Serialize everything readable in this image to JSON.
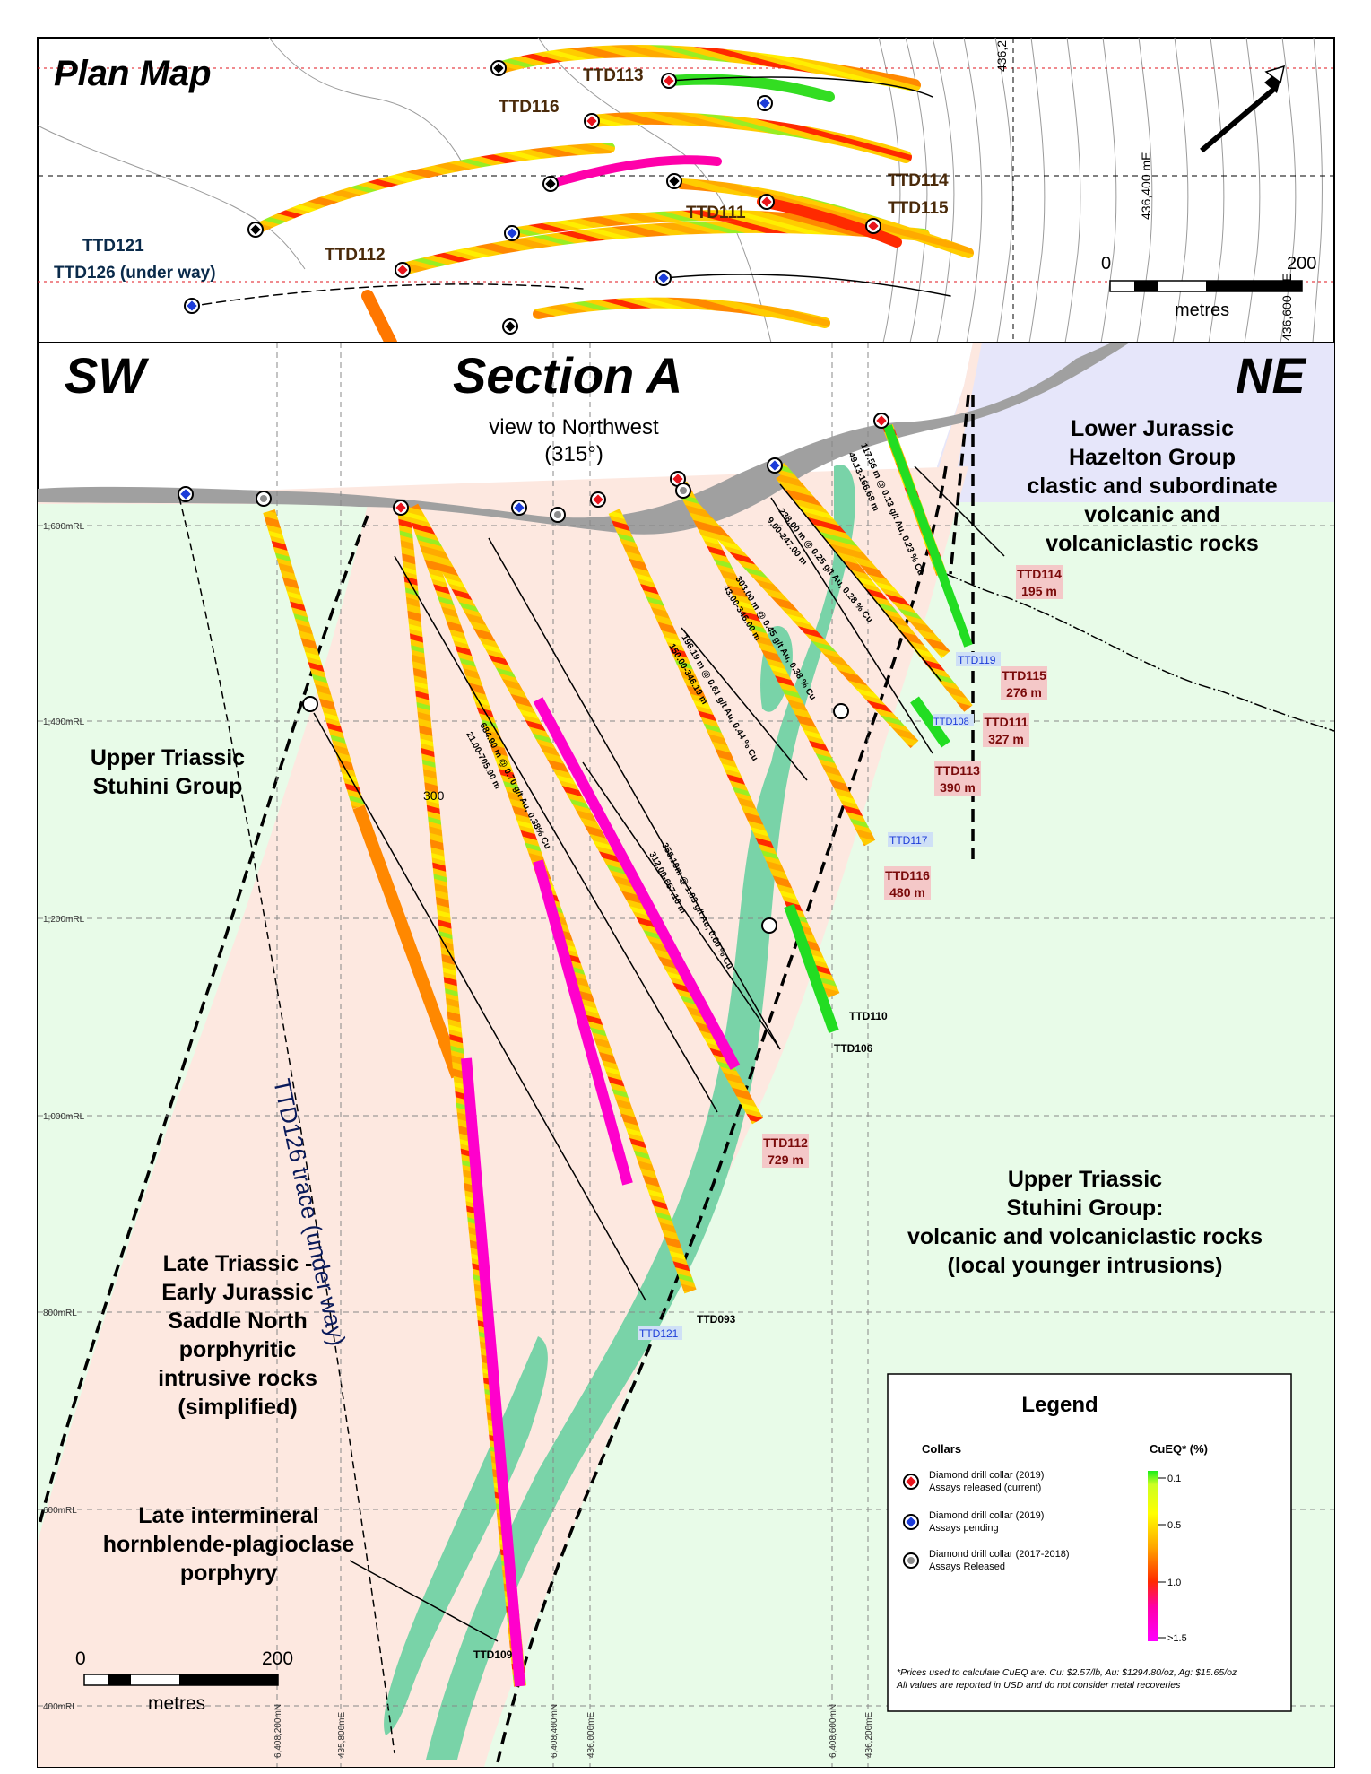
{
  "plan": {
    "title": "Plan Map",
    "labels": [
      "TTD113",
      "TTD116",
      "TTD114",
      "TTD115",
      "TTD111",
      "TTD112",
      "TTD121",
      "TTD126 (under way)"
    ],
    "scale": {
      "zero": "0",
      "max": "200",
      "unit": "metres"
    },
    "coords": [
      "436,2",
      "436,400 mE",
      "436,600 mE"
    ]
  },
  "section": {
    "title": "Section A",
    "left_dir": "SW",
    "right_dir": "NE",
    "view": "view to Northwest",
    "view_deg": "(315°)",
    "units": {
      "hazelton": [
        "Lower Jurassic",
        "Hazelton Group",
        "clastic and subordinate",
        "volcanic and",
        "volcaniclastic rocks"
      ],
      "stuhini_left": [
        "Upper Triassic",
        "Stuhini Group"
      ],
      "stuhini_right": [
        "Upper Triassic",
        "Stuhini Group:",
        "volcanic and volcaniclastic rocks",
        "(local younger intrusions)"
      ],
      "saddle": [
        "Late Triassic -",
        "Early Jurassic",
        "Saddle North",
        "porphyritic",
        "intrusive rocks",
        "(simplified)"
      ],
      "late": [
        "Late intermineral",
        "hornblende-plagioclase",
        "porphyry"
      ]
    },
    "trace_label": "TTD126 trace (under way)",
    "holes": [
      {
        "id": "TTD114",
        "len": "195 m"
      },
      {
        "id": "TTD115",
        "len": "276 m"
      },
      {
        "id": "TTD111",
        "len": "327 m"
      },
      {
        "id": "TTD113",
        "len": "390 m"
      },
      {
        "id": "TTD116",
        "len": "480 m"
      },
      {
        "id": "TTD112",
        "len": "729 m"
      }
    ],
    "other_holes": [
      "TTD119",
      "TTD108",
      "TTD117",
      "TTD110",
      "TTD106",
      "TTD121",
      "TTD093",
      "TTD109"
    ],
    "intercepts": [
      "117.56 m @ 0.13 g/t Au, 0.23 % Cu",
      "49.13-166.69 m",
      "238.00 m @ 0.25 g/t Au, 0.28 % Cu",
      "9.00-247.00 m",
      "303.00 m @ 0.45 g/t Au, 0.38 % Cu",
      "43.00-346.00 m",
      "196.19 m @ 0.61 g/t Au, 0.44 % Cu",
      "150.00-346.19 m",
      "684.90 m @ 0.70 g/t Au, 0.38% Cu",
      "21.00-705.90 m",
      "355.10m @ 1.03 g/t Au, 0.60 % Cu",
      "312.00-667.10 m"
    ],
    "rl": [
      "1,600mRL",
      "1,400mRL",
      "1,200mRL",
      "1,000mRL",
      "800mRL",
      "600mRL",
      "400mRL"
    ],
    "eastings": [
      "6,408,200mN",
      "435,800mE",
      "6,408,400mN",
      "436,000mE",
      "6,408,600mN",
      "436,200mE"
    ],
    "scale": {
      "zero": "0",
      "max": "200",
      "unit": "metres"
    },
    "depth300": "300"
  },
  "legend": {
    "title": "Legend",
    "collars_title": "Collars",
    "cueq_title": "CuEQ* (%)",
    "items": [
      {
        "l1": "Diamond drill collar (2019)",
        "l2": "Assays released (current)",
        "color": "#e8141c"
      },
      {
        "l1": "Diamond drill collar (2019)",
        "l2": "Assays pending",
        "color": "#1c3cd8"
      },
      {
        "l1": "Diamond drill collar (2017-2018)",
        "l2": "Assays Released",
        "color": "#8c8c8c"
      }
    ],
    "ramp": [
      "0.1",
      "0.5",
      "1.0",
      ">1.5"
    ],
    "note1": "*Prices used to calculate CuEQ are: Cu: $2.57/lb, Au: $1294.80/oz, Ag: $15.65/oz",
    "note2": "All values are reported in USD and do not consider metal recoveries"
  },
  "colors": {
    "hazelton": "#e6e6fa",
    "stuhini": "#e8fbe8",
    "saddle": "#fde8e0",
    "late": "#79d3a8",
    "label_bg": "#f4c8c8",
    "blue_label_bg": "#cfe0f6"
  }
}
